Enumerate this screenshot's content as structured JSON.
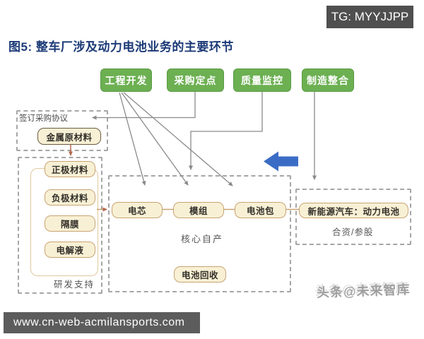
{
  "badge": {
    "text": "TG: MYYJJPP"
  },
  "title": "图5: 整车厂涉及动力电池业务的主要环节",
  "top_boxes": [
    "工程开发",
    "采购定点",
    "质量监控",
    "制造整合"
  ],
  "procurement": {
    "label": "签订采购协议",
    "box": "金属原材料"
  },
  "materials": {
    "items": [
      "正极材料",
      "负极材料",
      "隔膜",
      "电解液"
    ],
    "support_label": "研发支持"
  },
  "production": {
    "chain": [
      "电芯",
      "模组",
      "电池包"
    ],
    "core_label": "核心自产",
    "recycle_box": "电池回收"
  },
  "partnership": {
    "box": "新能源汽车：动力电池",
    "label": "合资/参股"
  },
  "watermark": "头条@未来智库",
  "footer": {
    "url": "www.cn-web-acmilansports.com"
  },
  "colors": {
    "green": "#6cb052",
    "tan_border": "#c9a472",
    "tan_fill": "#f8f0d5",
    "blue_arrow": "#3b6cc5",
    "title_navy": "#1c3a77",
    "badge_bg": "#4f4f4f",
    "footer_bg": "#5c5c5c"
  }
}
